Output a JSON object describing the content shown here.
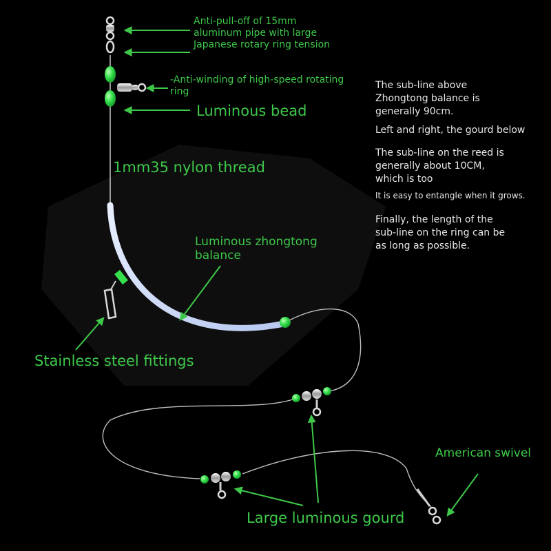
{
  "colors": {
    "background": "#000000",
    "label_green": "#3ec84a",
    "note_text": "#e8e8e8",
    "luminous_bead": "#2fd94a",
    "line": "#bfbfbf",
    "tube": "#d6e4ff",
    "arrow": "#3ec84a"
  },
  "labels": {
    "anti_pull": [
      "Anti-pull-off of 15mm",
      "aluminum pipe with large",
      "Japanese rotary ring tension"
    ],
    "anti_winding": [
      "-Anti-winding of high-speed rotating",
      "ring"
    ],
    "luminous_bead": "Luminous bead",
    "nylon_thread": "1mm35 nylon thread",
    "zhongtong": [
      "Luminous zhongtong",
      "balance"
    ],
    "stainless": "Stainless steel fittings",
    "american_swivel": "American swivel",
    "gourd": "Large luminous gourd"
  },
  "notes": {
    "line1": "The sub-line above",
    "line2": "Zhongtong balance is",
    "line3": "generally 90cm.",
    "line4": "Left and right, the gourd below",
    "line5": "The sub-line on the reed is",
    "line6": "generally about 10CM,",
    "line7": "which is too",
    "line8": "It is easy to entangle when it grows.",
    "line9": "Finally, the length of the",
    "line10": "sub-line on the ring can be",
    "line11": "as long as possible."
  },
  "icons": {
    "swivel": "swivel-icon",
    "snap": "snap-icon",
    "bead": "bead-icon",
    "arrow": "arrow-icon"
  }
}
